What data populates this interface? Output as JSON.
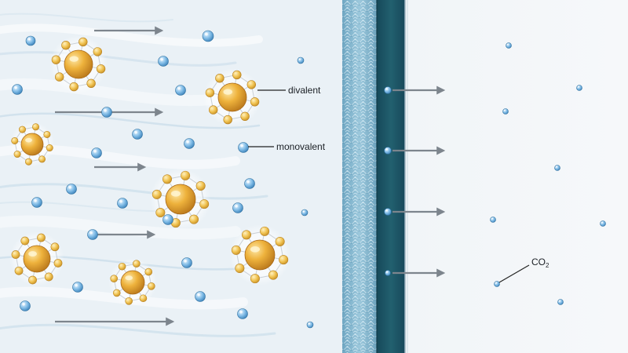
{
  "labels": {
    "divalent": "divalent",
    "monovalent": "monovalent",
    "co2_base": "CO",
    "co2_sub": "2"
  },
  "colors": {
    "background": "#eef3f7",
    "right_background": "#f3f6f9",
    "ion_fill": "#e3a22c",
    "ion_highlight": "#fbe2a0",
    "ligand_fill": "#f1c24f",
    "small_ion_fill": "#5aa2d6",
    "membrane_porous": "#8ab6cc",
    "membrane_dense": "#1e5568",
    "arrow": "#808890",
    "leader_line": "#222222"
  },
  "icons": [
    "divalent-ion-complex-icon",
    "monovalent-ion-icon",
    "co2-molecule-icon",
    "flow-arrow-icon"
  ]
}
